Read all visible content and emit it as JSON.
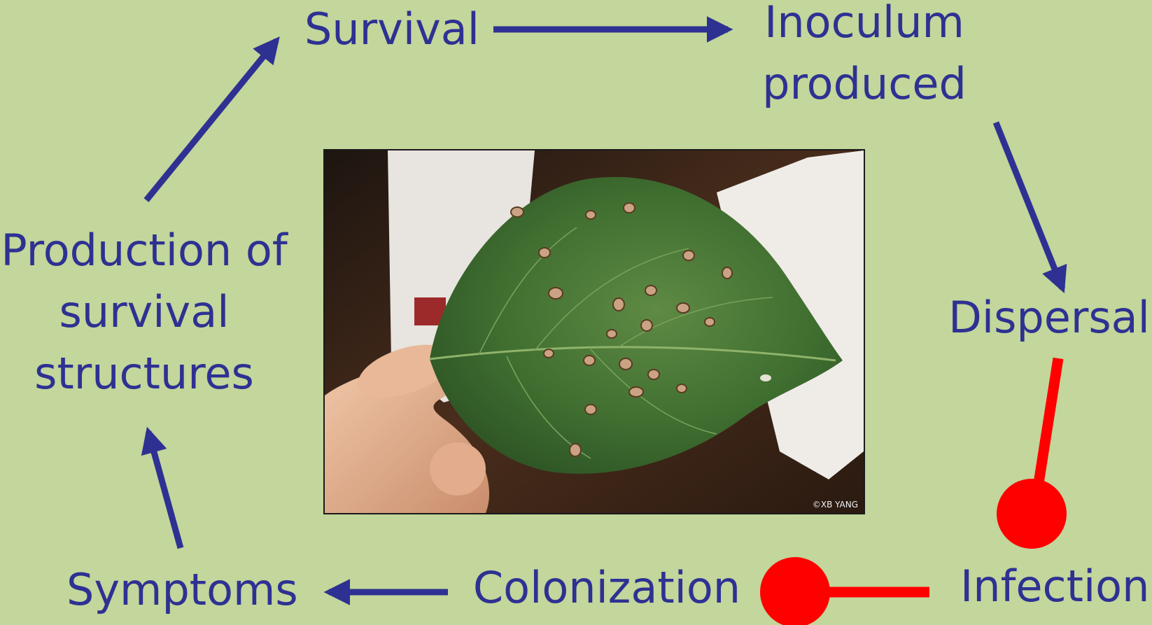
{
  "diagram": {
    "text_color": "#2e3192",
    "positive_arrow_color": "#2e3192",
    "blocked_link_color": "#ff0000",
    "background_color": "#c3d69b",
    "nodes": {
      "survival": {
        "lines": [
          "Survival"
        ]
      },
      "inoculum": {
        "lines": [
          "Inoculum",
          "produced"
        ]
      },
      "dispersal": {
        "lines": [
          "Dispersal"
        ]
      },
      "infection": {
        "lines": [
          "Infection"
        ]
      },
      "colonization": {
        "lines": [
          "Colonization"
        ]
      },
      "symptoms": {
        "lines": [
          "Symptoms"
        ]
      },
      "production": {
        "lines": [
          "Production of",
          "survival",
          "structures"
        ]
      }
    },
    "links": [
      {
        "from": "survival",
        "to": "inoculum",
        "style": "arrow"
      },
      {
        "from": "inoculum",
        "to": "dispersal",
        "style": "arrow"
      },
      {
        "from": "dispersal",
        "to": "infection",
        "style": "blocked"
      },
      {
        "from": "infection",
        "to": "colonization",
        "style": "blocked"
      },
      {
        "from": "colonization",
        "to": "symptoms",
        "style": "arrow"
      },
      {
        "from": "symptoms",
        "to": "production",
        "style": "arrow"
      },
      {
        "from": "production",
        "to": "survival",
        "style": "arrow"
      }
    ]
  },
  "photo": {
    "subject": "leaf-with-lesions",
    "credit": "©XB YANG"
  }
}
